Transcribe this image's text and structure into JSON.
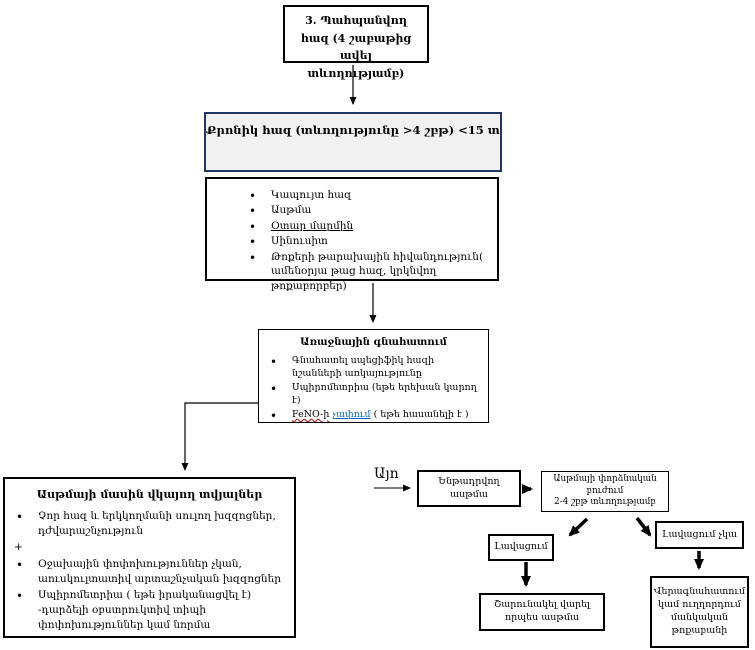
{
  "colors": {
    "box_border": "#000000",
    "chronic_border": "#1f3864",
    "chronic_fill": "#f1f1f1",
    "link": "#0563c1",
    "spellcheck_underline": "#c00000"
  },
  "flow": {
    "persistent_cough": {
      "text": "3. Պահպանվող հազ (4 շաբաթից ավել տևողությամբ)"
    },
    "chronic_cough": {
      "text": "Քրոնիկ հազ (տևողությունը >4 շբթ) <15 տ"
    },
    "differentials": {
      "items": [
        "Կապույտ հազ",
        "Ասթմա",
        "Օտար մարմին",
        "Սինուսիտ",
        "Թոքերի թարախային հիվանդություն( ամենօրյա թաց հազ, կրկնվող թոքաբորբեր)"
      ]
    },
    "primary_assessment": {
      "title": "Առաջնային գնահատում",
      "items": [
        "Գնահատել սպեցիֆիկ հազի նշանների առկայությունը",
        "Սպիրոմետրիա (եթե երեխան կարող է)"
      ],
      "feno": {
        "misspelled": "FeNO-ի",
        "link": "չափում",
        "rest": " ( եթե հասանելի է )"
      }
    },
    "asthma_evidence": {
      "title": "Ասթմայի մասին վկայող տվյալներ",
      "plus": "+",
      "items": [
        "Չոր հազ և երկկողմանի սուլող խզզոցներ, դժվարաշնչություն",
        "Օջախային փոփոխություններ չկան, աուսկուլտատիվ արտաշնչական խզզոցներ",
        "Սպիրոմետրիա ( եթե իրականացվել է) -դարձելի օբստրուկտիվ տիպի փոփոխություններ կամ նորմա"
      ]
    },
    "yes_label": "Այո",
    "suspected_asthma": "Ենթադրվող ասթմա",
    "trial_treatment": {
      "line1": "Ասթմայի փորձնական բուժում",
      "line2": "2-4 շբթ տևողությամբ"
    },
    "improvement": "Լավացում",
    "no_improvement": "Լավացում չկա",
    "continue_asthma": {
      "line1": "Շարունակել վարել",
      "line2": "որպես ասթմա"
    },
    "reassess": "Վերագնահատում կամ ուղղորդում մանկական թոքաբանի"
  }
}
